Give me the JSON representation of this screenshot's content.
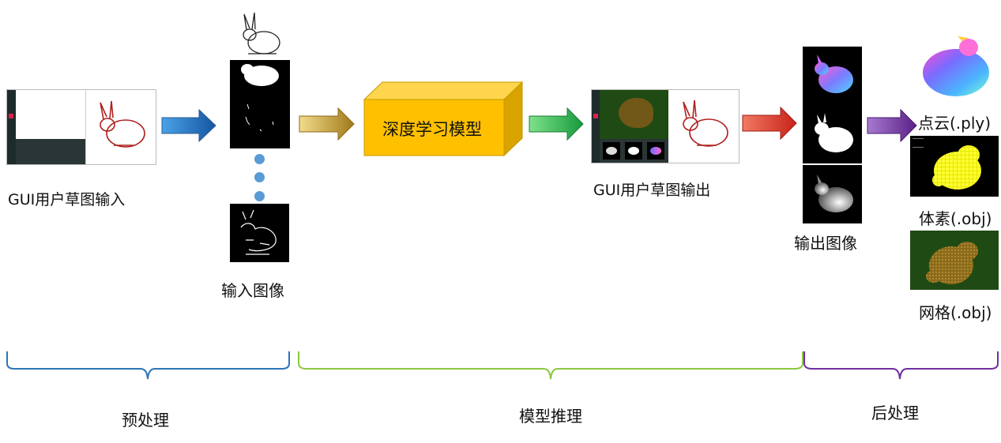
{
  "stages": {
    "gui_input_label": "GUI用户草图输入",
    "input_images_label": "输入图像",
    "model_label": "深度学习模型",
    "gui_output_label": "GUI用户草图输出",
    "output_images_label": "输出图像",
    "point_cloud_label": "点云(.ply)",
    "voxel_label": "体素(.obj)",
    "mesh_label": "网格(.obj)"
  },
  "phases": {
    "preprocess": "预处理",
    "inference": "模型推理",
    "postprocess": "后处理"
  },
  "colors": {
    "arrow_blue": "#1f6fc2",
    "arrow_gold": "#c9a227",
    "arrow_green": "#2fb84e",
    "arrow_red": "#e23b2e",
    "arrow_purple": "#7030a0",
    "box_face": "#ffc000",
    "brace_blue": "#2e75b6",
    "brace_green": "#8dc63f",
    "brace_purple": "#7030a0",
    "dots": "#5b9bd5"
  },
  "icons": [
    "bunny-sketch",
    "bunny-silhouette",
    "bunny-normal-map",
    "bunny-depth-map",
    "point-cloud-bunny",
    "voxel-bunny",
    "mesh-bunny"
  ]
}
